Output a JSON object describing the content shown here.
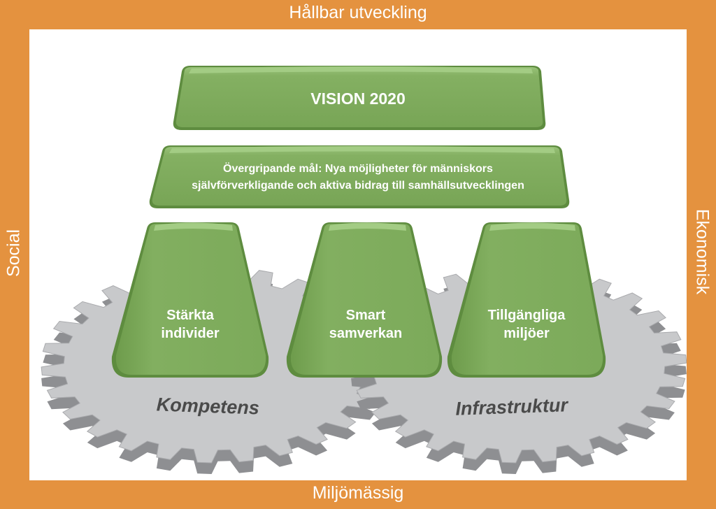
{
  "frame": {
    "top": "Hållbar utveckling",
    "bottom": "Miljömässig",
    "left": "Social",
    "right": "Ekonomisk"
  },
  "vision": {
    "title": "VISION 2020"
  },
  "goal": {
    "line1": "Övergripande mål: Nya möjligheter för människors",
    "line2": "självförverkligande och aktiva bidrag till samhällsutvecklingen"
  },
  "pillars": [
    {
      "line1": "Stärkta",
      "line2": "individer"
    },
    {
      "line1": "Smart",
      "line2": "samverkan"
    },
    {
      "line1": "Tillgängliga",
      "line2": "miljöer"
    }
  ],
  "gears": [
    {
      "label": "Kompetens"
    },
    {
      "label": "Infrastruktur"
    }
  ],
  "colors": {
    "frame": "#E4923F",
    "green": "#80AD5E",
    "green_dark": "#5E8C3F",
    "gear": "#C8C9CB",
    "gear_dark": "#8E8F92"
  }
}
